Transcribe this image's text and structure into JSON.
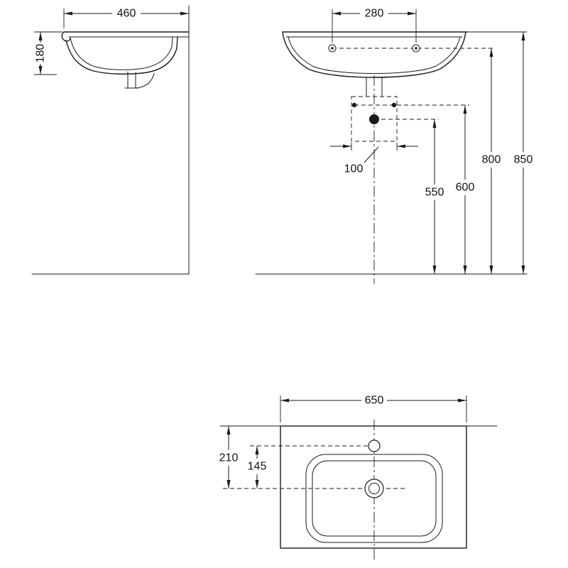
{
  "dimensions": {
    "side_view_width": "460",
    "side_view_depth": "180",
    "front_fixing_hole_spacing": "280",
    "front_outlet_width": "100",
    "front_outlet_height": "550",
    "front_bracket_height": "600",
    "front_fixing_holes_height": "800",
    "front_rim_height": "850",
    "plan_width": "650",
    "plan_drain_setback": "210",
    "plan_tap_to_drain": "145"
  }
}
